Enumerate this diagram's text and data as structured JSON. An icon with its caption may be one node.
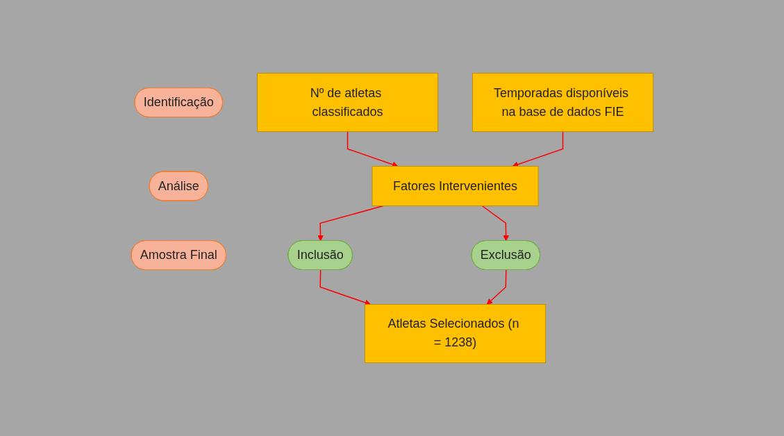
{
  "diagram": {
    "nodes": [
      {
        "text": [
          "Identificação"
        ]
      },
      {
        "text": [
          "Análise"
        ]
      },
      {
        "text": [
          "Amostra Final"
        ]
      },
      {
        "text": [
          "Nº de atletas classificados"
        ]
      },
      {
        "text": [
          "Temporadas disponíveis na base de dados FIE"
        ]
      },
      {
        "text": [
          "Fatores Intervenientes"
        ]
      },
      {
        "text": [
          "Inclusão"
        ]
      },
      {
        "text": [
          "Exclusão"
        ]
      },
      {
        "text": [
          "Atletas Selecionados (n = 1238)"
        ]
      }
    ],
    "edges": [
      {
        "from": 3,
        "to": 5,
        "arrow": "to"
      },
      {
        "from": 4,
        "to": 5,
        "arrow": "to"
      },
      {
        "from": 5,
        "to": 6,
        "arrow": "to"
      },
      {
        "from": 5,
        "to": 7,
        "arrow": "to"
      },
      {
        "from": 6,
        "to": 8,
        "arrow": "to"
      },
      {
        "from": 7,
        "to": 8,
        "arrow": "to"
      }
    ]
  }
}
